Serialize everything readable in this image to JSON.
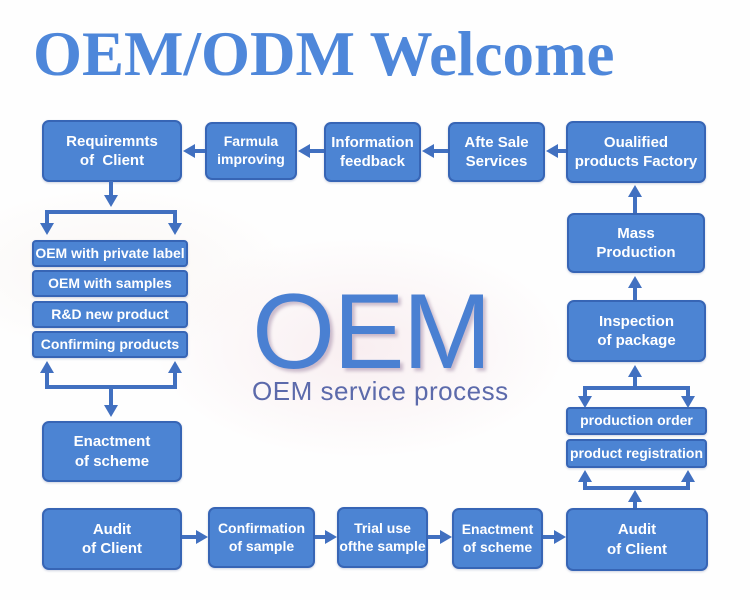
{
  "title": "OEM/ODM Welcome",
  "center": {
    "big_text": "OEM",
    "subtitle": "OEM service process"
  },
  "top_row": [
    "Requiremnts\nof  Client",
    "Farmula\nimproving",
    "Information\nfeedback",
    "Afte Sale\nServices",
    "Oualified\nproducts Factory"
  ],
  "left_options": [
    "OEM with private label",
    "OEM with samples",
    "R&D new product",
    "Confirming products"
  ],
  "left_enactment": "Enactment\nof scheme",
  "right_column": [
    "Mass\nProduction",
    "Inspection\nof package",
    "production order",
    "product registration"
  ],
  "bottom_row": [
    "Audit\nof Client",
    "Confirmation\nof sample",
    "Trial use\nofthe sample",
    "Enactment\nof scheme",
    "Audit\nof Client"
  ],
  "colors": {
    "box_fill": "#4c84d3",
    "box_border": "#3765b5",
    "arrow": "#4170c0",
    "title_blue": "#4e87da",
    "center_big": "#4a80d2",
    "center_sub": "#5c6aab",
    "box_text": "#ffffff"
  }
}
